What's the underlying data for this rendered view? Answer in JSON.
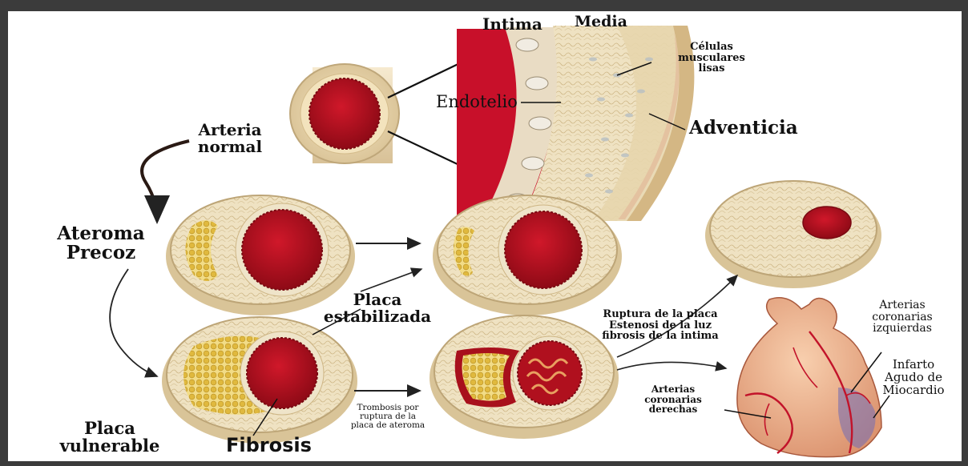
{
  "labels": {
    "intima": "Intima",
    "media": "Media",
    "celulas_1": "Células",
    "celulas_2": "musculares",
    "celulas_3": "lisas",
    "endotelio": "Endotelio",
    "adventicia": "Adventicia",
    "arteria_1": "Arteria",
    "arteria_2": "normal",
    "ateroma_1": "Ateroma",
    "ateroma_2": "Precoz",
    "placa_est_1": "Placa",
    "placa_est_2": "estabilizada",
    "ruptura_1": "Ruptura de la placa",
    "ruptura_2": "Estenosi de la luz",
    "ruptura_3": "fibrosis de la intima",
    "art_izq_1": "Arterias",
    "art_izq_2": "coronarias",
    "art_izq_3": "izquierdas",
    "infarto_1": "Infarto",
    "infarto_2": "Agudo de",
    "infarto_3": "Miocardio",
    "art_der_1": "Arterias",
    "art_der_2": "coronarias",
    "art_der_3": "derechas",
    "trombosis_1": "Trombosis por",
    "trombosis_2": "ruptura de la",
    "trombosis_3": "placa de ateroma",
    "placa_vul_1": "Placa",
    "placa_vul_2": "vulnerable",
    "fibrosis": "Fibrosis"
  },
  "colors": {
    "lumen": "#b0101e",
    "wall": "#eddcb4",
    "wall_edge": "#c9b184",
    "plaque": "#e6c860",
    "line": "#222222",
    "heart": "#f0b894",
    "vessel": "#c2132a"
  }
}
